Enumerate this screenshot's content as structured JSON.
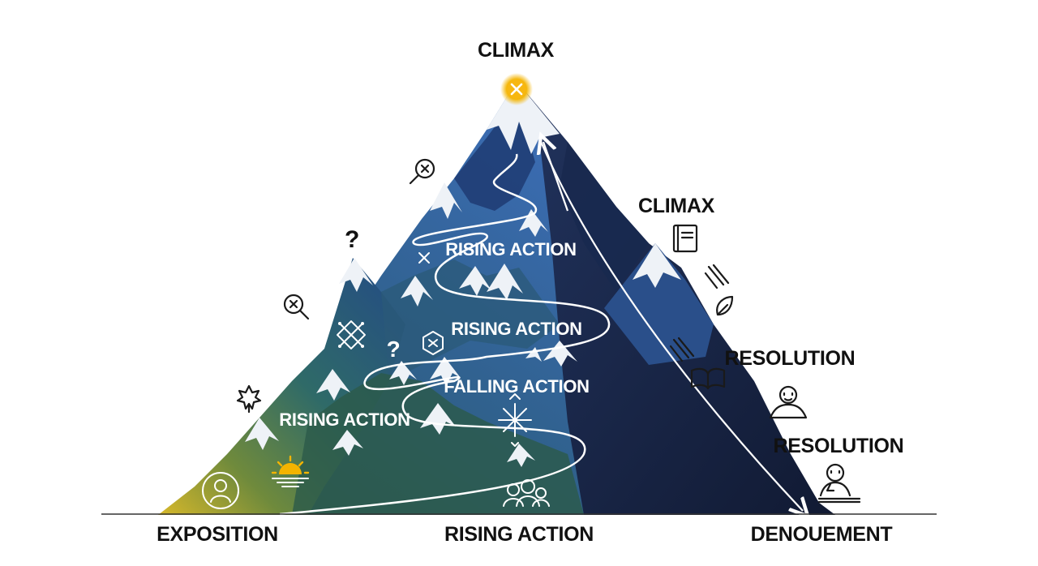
{
  "labels": {
    "climax_top": "CLIMAX",
    "climax_right": "CLIMAX",
    "rising_action_1": "RISING ACTION",
    "rising_action_2": "RISING ACTION",
    "falling_action": "FALLING ACTION",
    "rising_action_3": "RISING ACTION",
    "resolution_1": "RESOLUTION",
    "resolution_2": "RESOLUTION",
    "exposition": "EXPOSITION",
    "rising_action_bottom": "RISING ACTION",
    "denouement": "DENOUEMENT"
  },
  "glyphs": {
    "question_left": "?",
    "question_mid": "?"
  },
  "icons": [
    "magnifier-x-icon",
    "question-mark-icon",
    "book-icon",
    "falling-streaks-icon",
    "leaf-icon",
    "open-book-icon",
    "person-bust-icon",
    "thinking-person-icon",
    "sunrise-icon",
    "person-silhouette-icon",
    "family-icon",
    "maple-leaf-icon",
    "compass-icon",
    "climax-star-icon"
  ],
  "colors": {
    "mountain_dark": "#16264a",
    "mountain_blue": "#2d5a9a",
    "mountain_green": "#3f7a5a",
    "mountain_yellow": "#c9b22c",
    "snow": "#eef2f7",
    "climax_glow": "#f4b400",
    "path": "#ffffff",
    "baseline": "#333333"
  }
}
